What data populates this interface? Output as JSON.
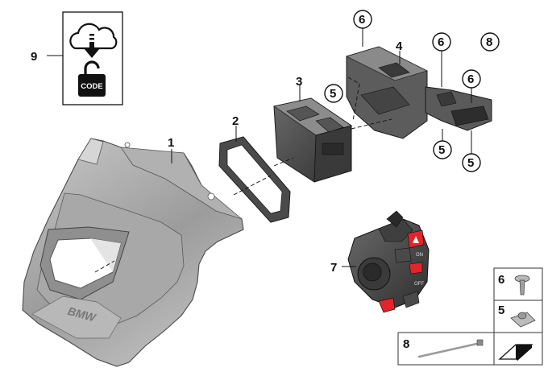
{
  "parts": {
    "p1": "1",
    "p2": "2",
    "p3": "3",
    "p4": "4",
    "p5": "5",
    "p6": "6",
    "p7": "7",
    "p8": "8",
    "p9": "9"
  },
  "code_badge": "CODE",
  "fairing_logo": "BMW",
  "switch_labels": [
    "ON",
    "OFF"
  ]
}
